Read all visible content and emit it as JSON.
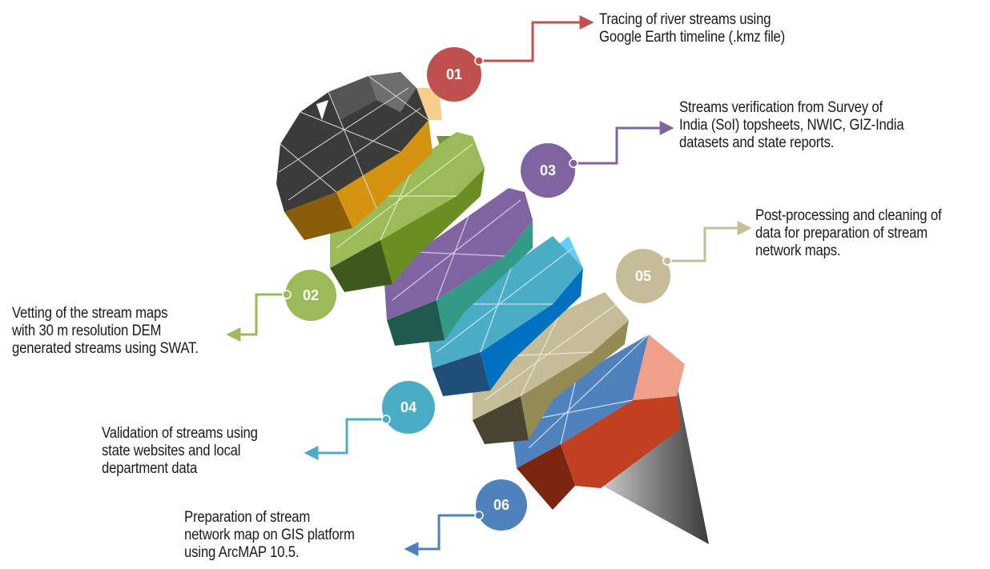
{
  "steps": [
    {
      "number": "01",
      "text": "Tracing of river streams using\nGoogle Earth timeline (.kmz file)",
      "color": "#c0504d"
    },
    {
      "number": "02",
      "text": "Vetting of the stream maps\nwith 30 m resolution DEM\ngenerated streams using SWAT.",
      "color": "#9bbb59"
    },
    {
      "number": "03",
      "text": "Streams verification from Survey of\nIndia (SoI) topsheets, NWIC, GIZ-India\ndatasets and state reports.",
      "color": "#8064a2"
    },
    {
      "number": "04",
      "text": "Validation of streams using\nstate websites and local\ndepartment data",
      "color": "#4bacc6"
    },
    {
      "number": "05",
      "text": "Post-processing and cleaning of\ndata for preparation of stream\nnetwork maps.",
      "color": "#c4bd97"
    },
    {
      "number": "06",
      "text": "Preparation of stream\nnetwork map on GIS platform\nusing ArcMAP 10.5.",
      "color": "#4f81bd"
    }
  ]
}
